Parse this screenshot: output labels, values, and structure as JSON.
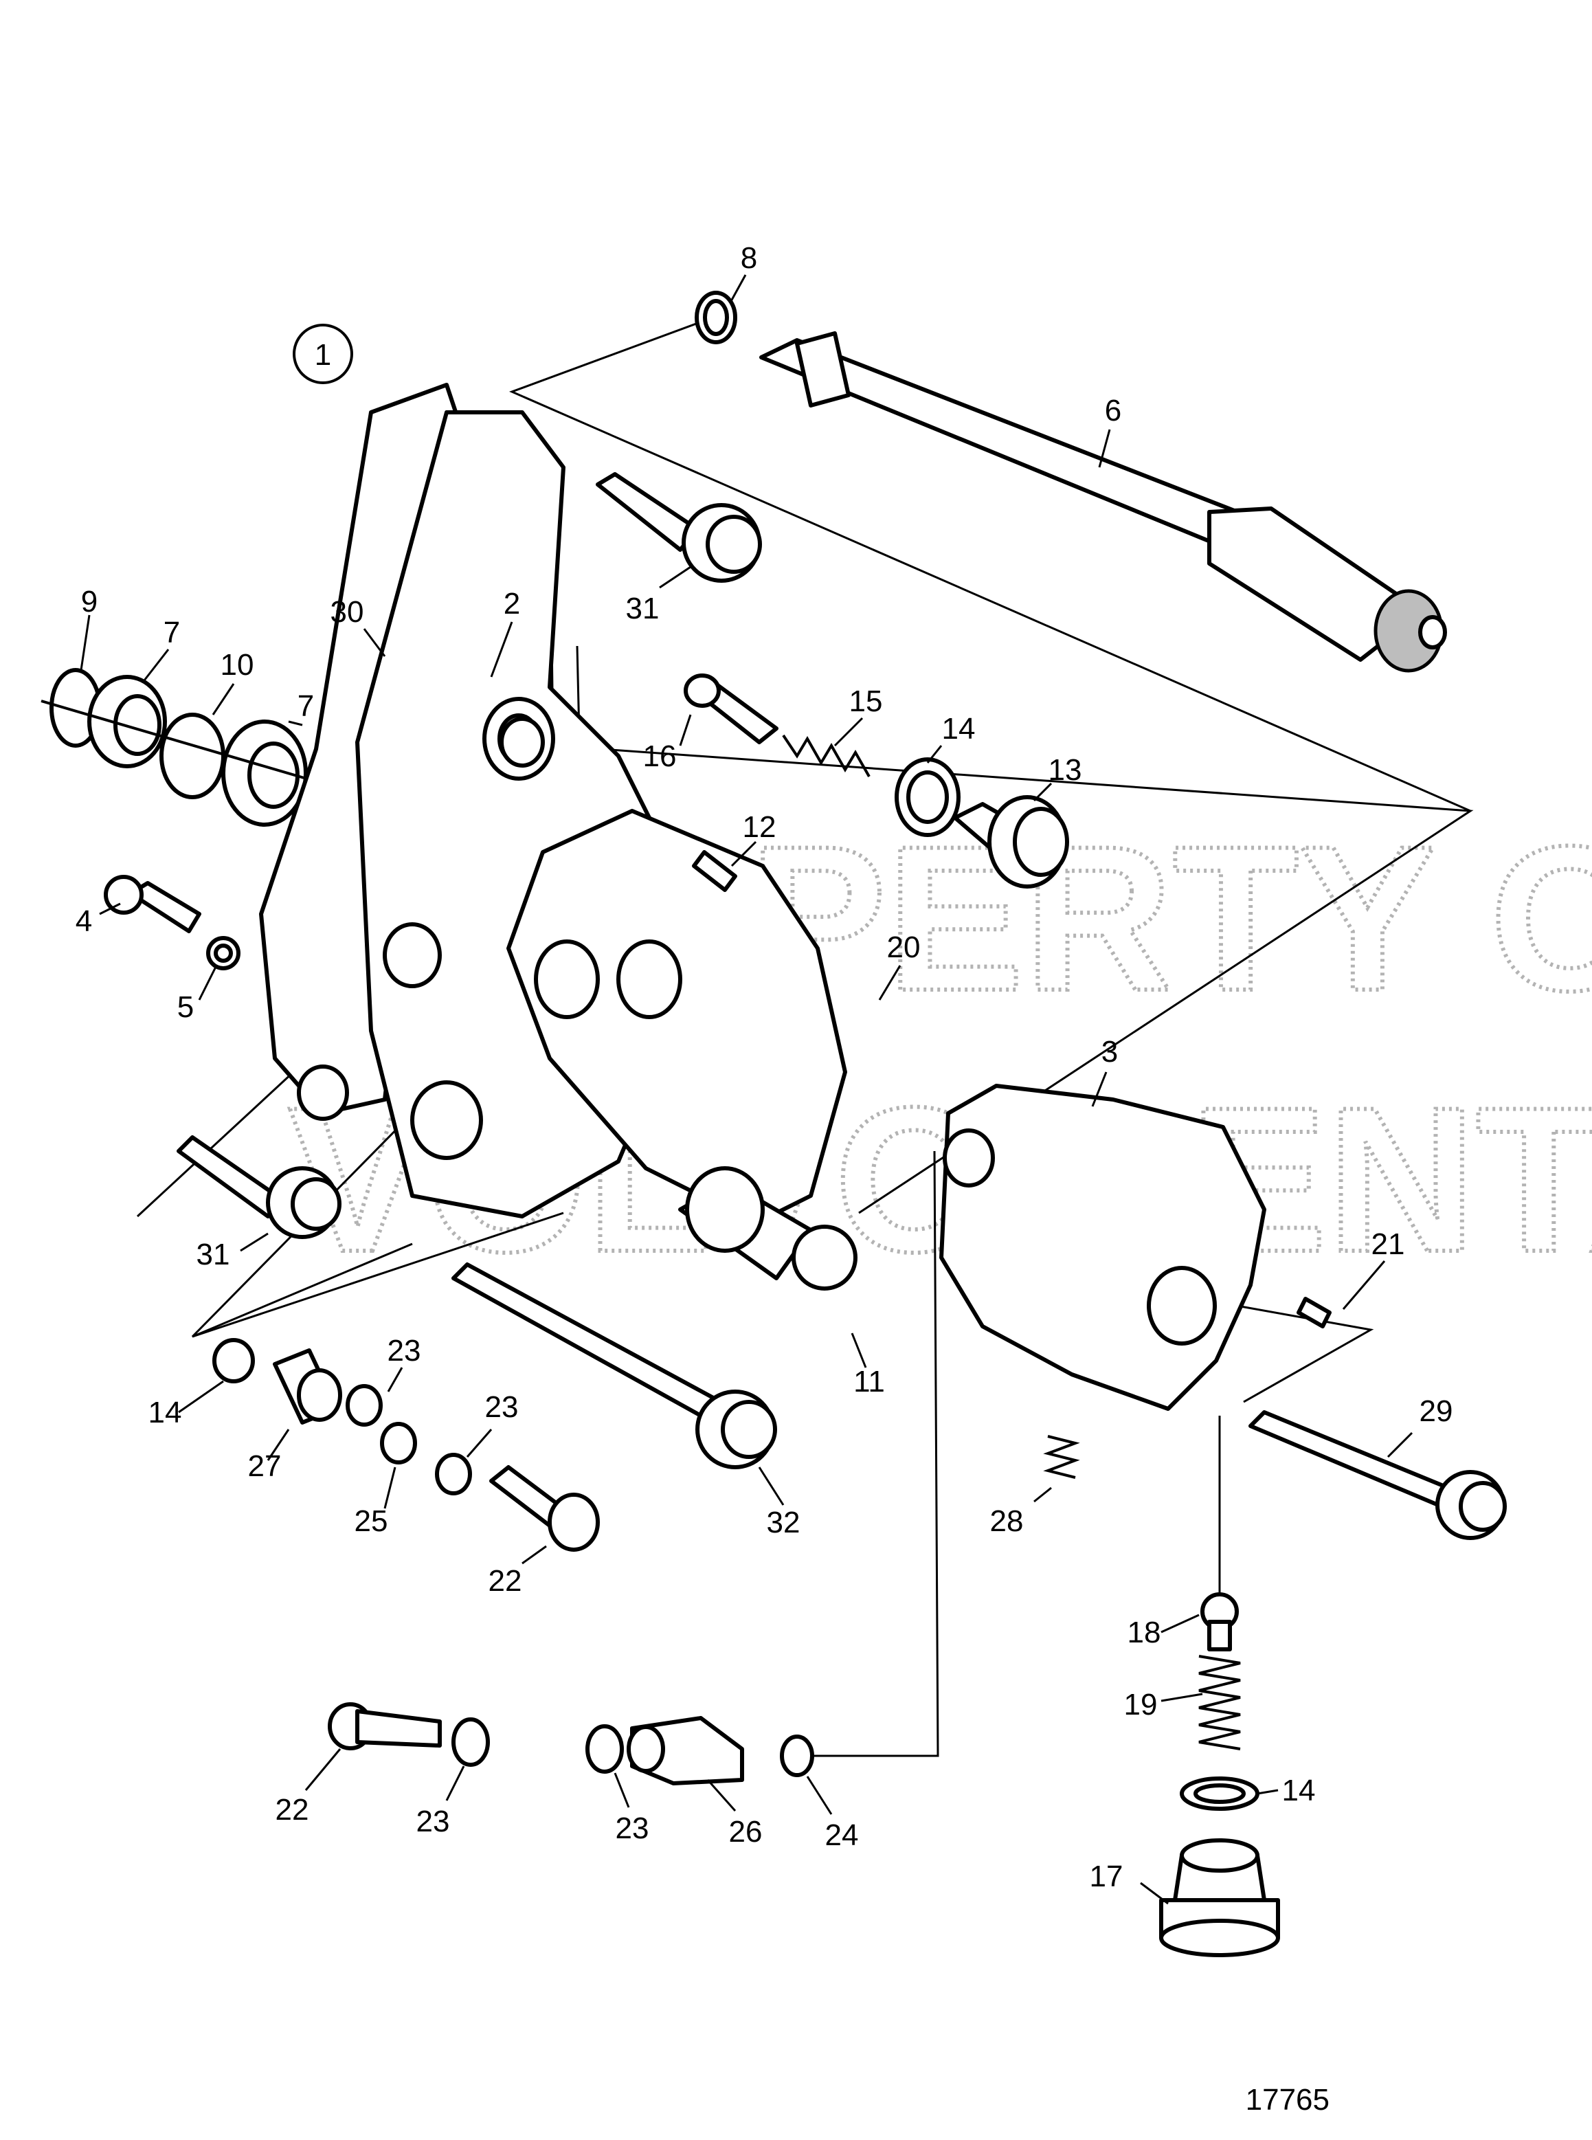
{
  "figure_id": "17765",
  "group_marker": "1",
  "watermark": {
    "line1": "PROPERTY OF",
    "line2": "VOLVO PENTA"
  },
  "callouts": [
    "8",
    "6",
    "31",
    "9",
    "7",
    "10",
    "7",
    "30",
    "2",
    "16",
    "15",
    "14",
    "13",
    "12",
    "4",
    "5",
    "20",
    "3",
    "31",
    "11",
    "21",
    "14",
    "23",
    "23",
    "27",
    "25",
    "22",
    "32",
    "29",
    "28",
    "18",
    "19",
    "14",
    "17",
    "22",
    "23",
    "23",
    "26",
    "24"
  ]
}
